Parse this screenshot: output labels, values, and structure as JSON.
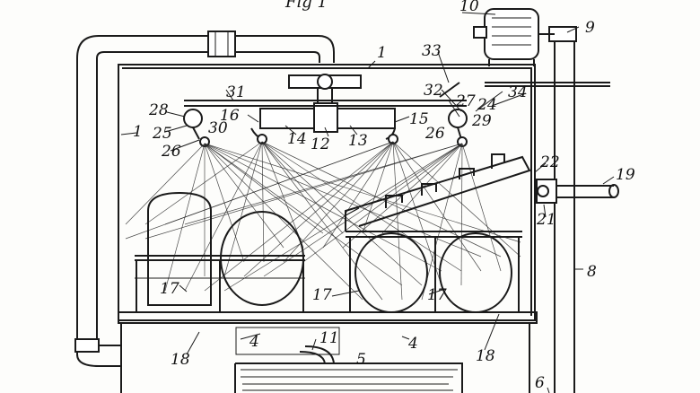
{
  "figure": {
    "title": "Fig 1"
  },
  "labels": {
    "l1a": "1",
    "l1b": "1",
    "l4a": "4",
    "l4b": "4",
    "l5": "5",
    "l6": "6",
    "l8": "8",
    "l9": "9",
    "l10": "10",
    "l11": "11",
    "l12": "12",
    "l13": "13",
    "l14": "14",
    "l15": "15",
    "l16": "16",
    "l17a": "17",
    "l17b": "17",
    "l17c": "17",
    "l18a": "18",
    "l18b": "18",
    "l19": "19",
    "l21": "21",
    "l22": "22",
    "l24": "24",
    "l25": "25",
    "l26a": "26",
    "l26b": "26",
    "l27": "27",
    "l28": "28",
    "l29": "29",
    "l30": "30",
    "l31": "31",
    "l32": "32",
    "l33": "33",
    "l34": "34"
  }
}
